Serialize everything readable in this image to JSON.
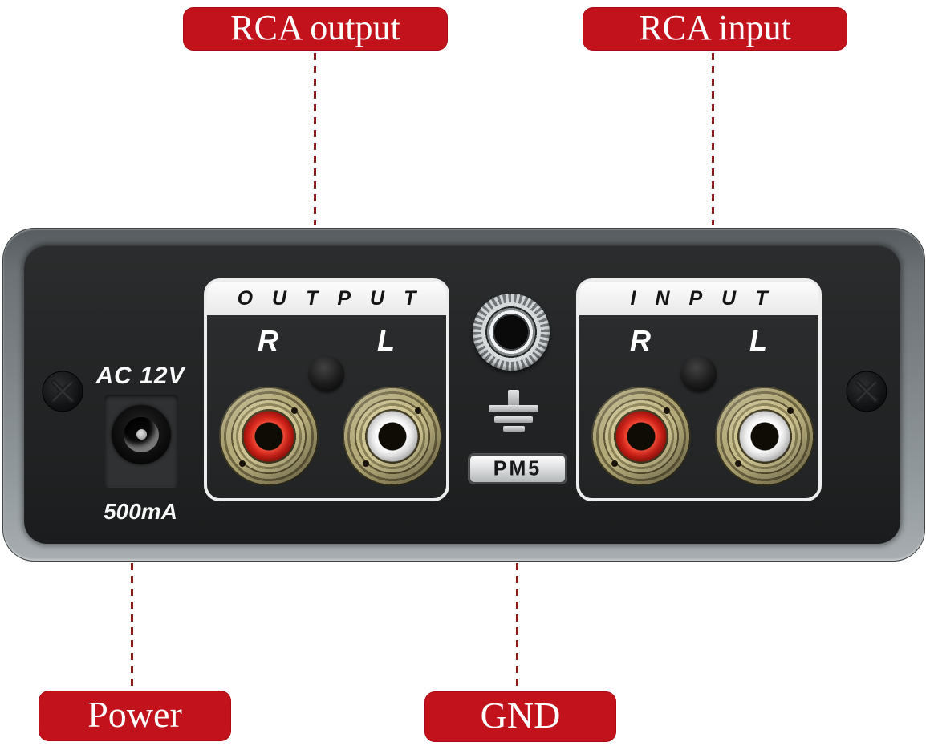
{
  "callouts": {
    "rca_output": "RCA output",
    "rca_input": "RCA input",
    "power": "Power",
    "gnd": "GND"
  },
  "device": {
    "model": "PM5",
    "power_label": "AC 12V",
    "power_rating": "500mA",
    "output_section": {
      "title": "OUTPUT",
      "right_channel": "R",
      "left_channel": "L"
    },
    "input_section": {
      "title": "INPUT",
      "right_channel": "R",
      "left_channel": "L"
    }
  },
  "colors": {
    "callout_red": "#c2121c",
    "device_face": "#232526",
    "casing_gray": "#8a9094",
    "brass_gold": "#b3a979",
    "jack_red": "#d2251a",
    "jack_white": "#ededed",
    "connector_line": "#8e1c18"
  }
}
